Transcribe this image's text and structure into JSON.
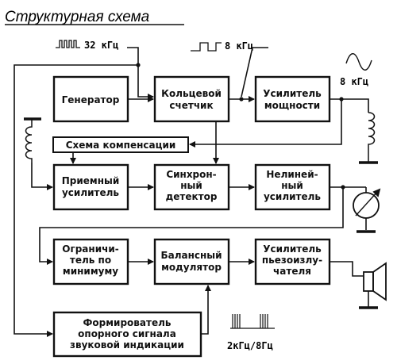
{
  "title": "Структурная схема",
  "signals": {
    "clock_32": "32 кГц",
    "clock_8": "8 кГц",
    "out_8": "8 кГц",
    "indication": "2кГц/8Гц"
  },
  "blocks": {
    "generator": [
      "Генератор"
    ],
    "ring_counter": [
      "Кольцевой",
      "счетчик"
    ],
    "power_amp": [
      "Усилитель",
      "мощности"
    ],
    "compensation": [
      "Схема компенсации"
    ],
    "rx_amp": [
      "Приемный",
      "усилитель"
    ],
    "sync_detector": [
      "Синхрон-",
      "ный",
      "детектор"
    ],
    "nonlinear_amp": [
      "Нелиней-",
      "ный",
      "усилитель"
    ],
    "min_limiter": [
      "Ограничи-",
      "тель по",
      "минимуму"
    ],
    "balanced_mod": [
      "Балансный",
      "модулятор"
    ],
    "piezo_amp": [
      "Усилитель",
      "пьезоизлу-",
      "чателя"
    ],
    "ref_former": [
      "Формирователь",
      "опорного сигнала",
      "звуковой индикации"
    ]
  },
  "colors": {
    "ink": "#111111",
    "paper": "#ffffff"
  }
}
